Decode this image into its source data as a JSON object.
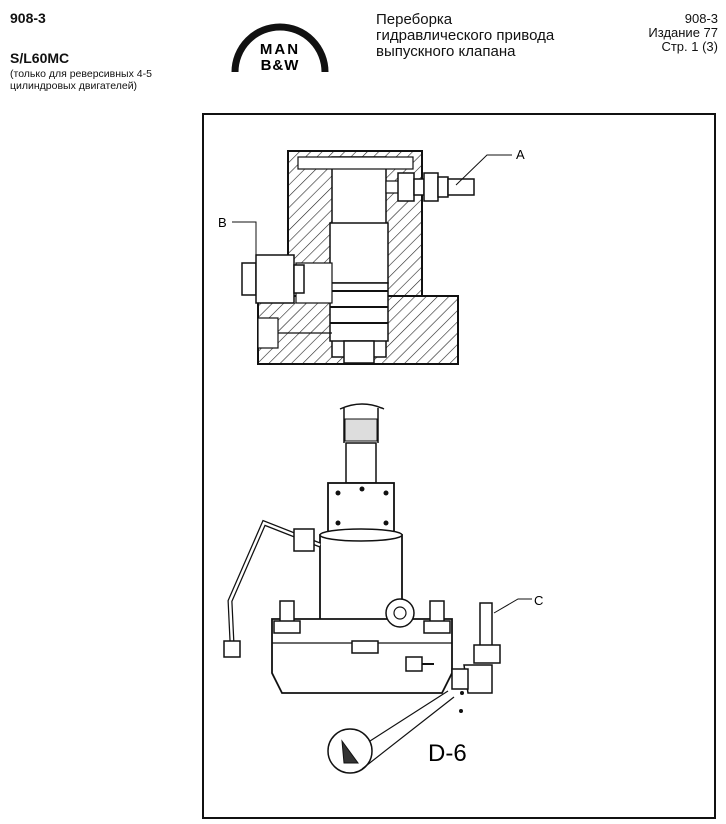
{
  "header": {
    "code_left": "908-3",
    "model": "S/L60MC",
    "note_line1": "(только для реверсивных 4-5",
    "note_line2": "цилиндровых двигателей)",
    "title_line1": "Переборка",
    "title_line2": "гидравлического привода",
    "title_line3": "выпускного клапана",
    "meta_code": "908-3",
    "edition": "Издание 77",
    "page": "Стр. 1 (3)"
  },
  "logo": {
    "line1": "MAN",
    "line2": "B&W"
  },
  "figure": {
    "label_a": "A",
    "label_b": "B",
    "label_c": "C",
    "figure_id": "D-6"
  }
}
